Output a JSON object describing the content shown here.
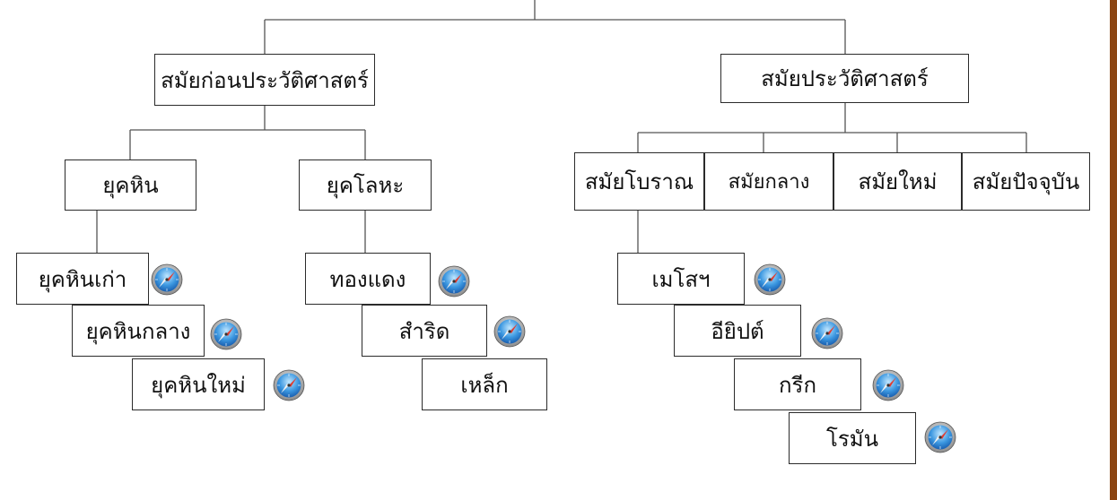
{
  "colors": {
    "accent_border": "#8b4513",
    "box_border": "#2b2b2b",
    "line": "#555555"
  },
  "eras": {
    "prehistoric": "สมัยก่อนประวัติศาสตร์",
    "historic": "สมัยประวัติศาสตร์"
  },
  "prehistoric": {
    "stone_age": "ยุคหิน",
    "metal_age": "ยุคโลหะ",
    "stone_items": [
      "ยุคหินเก่า",
      "ยุคหินกลาง",
      "ยุคหินใหม่"
    ],
    "metal_items": [
      "ทองแดง",
      "สำริด",
      "เหล็ก"
    ]
  },
  "historic": {
    "periods": [
      "สมัยโบราณ",
      "สมัยกลาง",
      "สมัยใหม่",
      "สมัยปัจจุบัน"
    ],
    "ancient_items": [
      "เมโสฯ",
      "อียิปต์",
      "กรีก",
      "โรมัน"
    ]
  },
  "icon_name": "safari-compass-icon"
}
